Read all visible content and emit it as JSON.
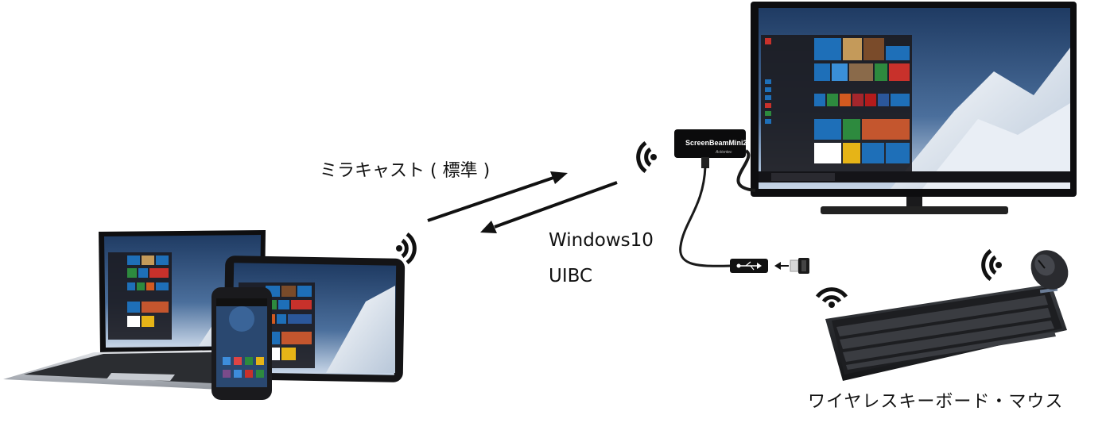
{
  "labels": {
    "miracast": "ミラキャスト ( 標準 )",
    "windows10": "Windows10",
    "uibc": "UIBC",
    "keyboard_mouse": "ワイヤレスキーボード・マウス"
  },
  "device": {
    "brand_text": "ScreenBeamMini2",
    "subtitle_text": "Actiontec"
  },
  "colors": {
    "arrow": "#111111",
    "signal": "#111111",
    "tile_blue": "#1e6fb8",
    "tile_green": "#2d8a3e",
    "tile_red": "#c8312b",
    "sky_top": "#1f3b63",
    "sky_bottom": "#6d8fb6"
  },
  "icons": [
    "wifi-signal-icon",
    "arrow-right-icon",
    "arrow-left-icon",
    "usb-icon",
    "usb-dongle-icon"
  ]
}
